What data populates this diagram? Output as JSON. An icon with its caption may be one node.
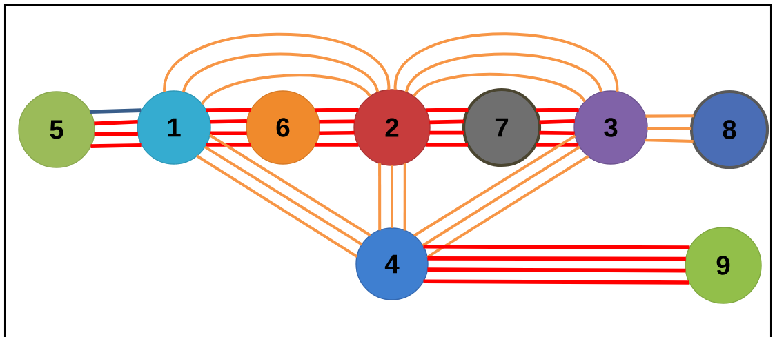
{
  "diagram": {
    "nodes": [
      {
        "text": [
          "5"
        ]
      },
      {
        "text": [
          "1"
        ]
      },
      {
        "text": [
          "6"
        ]
      },
      {
        "text": [
          "2"
        ]
      },
      {
        "text": [
          "7"
        ]
      },
      {
        "text": [
          "3"
        ]
      },
      {
        "text": [
          "8"
        ]
      },
      {
        "text": [
          "4"
        ]
      },
      {
        "text": [
          "9"
        ]
      }
    ],
    "edges": [
      {
        "from": 0,
        "to": 1,
        "arrow": "none",
        "color": "#385d8a"
      },
      {
        "from": 0,
        "to": 1,
        "arrow": "none"
      },
      {
        "from": 0,
        "to": 1,
        "arrow": "none"
      },
      {
        "from": 0,
        "to": 1,
        "arrow": "none"
      },
      {
        "from": 1,
        "to": 2,
        "arrow": "none"
      },
      {
        "from": 1,
        "to": 2,
        "arrow": "none"
      },
      {
        "from": 1,
        "to": 2,
        "arrow": "none"
      },
      {
        "from": 1,
        "to": 2,
        "arrow": "none"
      },
      {
        "from": 2,
        "to": 3,
        "arrow": "none"
      },
      {
        "from": 2,
        "to": 3,
        "arrow": "none"
      },
      {
        "from": 2,
        "to": 3,
        "arrow": "none"
      },
      {
        "from": 2,
        "to": 3,
        "arrow": "none"
      },
      {
        "from": 3,
        "to": 4,
        "arrow": "none"
      },
      {
        "from": 3,
        "to": 4,
        "arrow": "none"
      },
      {
        "from": 3,
        "to": 4,
        "arrow": "none"
      },
      {
        "from": 3,
        "to": 4,
        "arrow": "none"
      },
      {
        "from": 4,
        "to": 5,
        "arrow": "none"
      },
      {
        "from": 4,
        "to": 5,
        "arrow": "none"
      },
      {
        "from": 4,
        "to": 5,
        "arrow": "none"
      },
      {
        "from": 4,
        "to": 5,
        "arrow": "none"
      },
      {
        "from": 5,
        "to": 6,
        "arrow": "none",
        "color": "#f79646"
      },
      {
        "from": 5,
        "to": 6,
        "arrow": "none",
        "color": "#f79646"
      },
      {
        "from": 5,
        "to": 6,
        "arrow": "none",
        "color": "#f79646"
      },
      {
        "from": 1,
        "to": 3,
        "arrow": "none",
        "color": "#f79646"
      },
      {
        "from": 1,
        "to": 3,
        "arrow": "none",
        "color": "#f79646"
      },
      {
        "from": 1,
        "to": 3,
        "arrow": "none",
        "color": "#f79646"
      },
      {
        "from": 3,
        "to": 5,
        "arrow": "none",
        "color": "#f79646"
      },
      {
        "from": 3,
        "to": 5,
        "arrow": "none",
        "color": "#f79646"
      },
      {
        "from": 3,
        "to": 5,
        "arrow": "none",
        "color": "#f79646"
      },
      {
        "from": 1,
        "to": 7,
        "arrow": "none",
        "color": "#f79646"
      },
      {
        "from": 1,
        "to": 7,
        "arrow": "none",
        "color": "#f79646"
      },
      {
        "from": 1,
        "to": 7,
        "arrow": "none",
        "color": "#f79646"
      },
      {
        "from": 3,
        "to": 7,
        "arrow": "none",
        "color": "#f79646"
      },
      {
        "from": 3,
        "to": 7,
        "arrow": "none",
        "color": "#f79646"
      },
      {
        "from": 3,
        "to": 7,
        "arrow": "none",
        "color": "#f79646"
      },
      {
        "from": 5,
        "to": 7,
        "arrow": "none",
        "color": "#f79646"
      },
      {
        "from": 5,
        "to": 7,
        "arrow": "none",
        "color": "#f79646"
      },
      {
        "from": 5,
        "to": 7,
        "arrow": "none",
        "color": "#f79646"
      },
      {
        "from": 7,
        "to": 8,
        "arrow": "none"
      },
      {
        "from": 7,
        "to": 8,
        "arrow": "none"
      },
      {
        "from": 7,
        "to": 8,
        "arrow": "none"
      },
      {
        "from": 7,
        "to": 8,
        "arrow": "none"
      }
    ]
  }
}
